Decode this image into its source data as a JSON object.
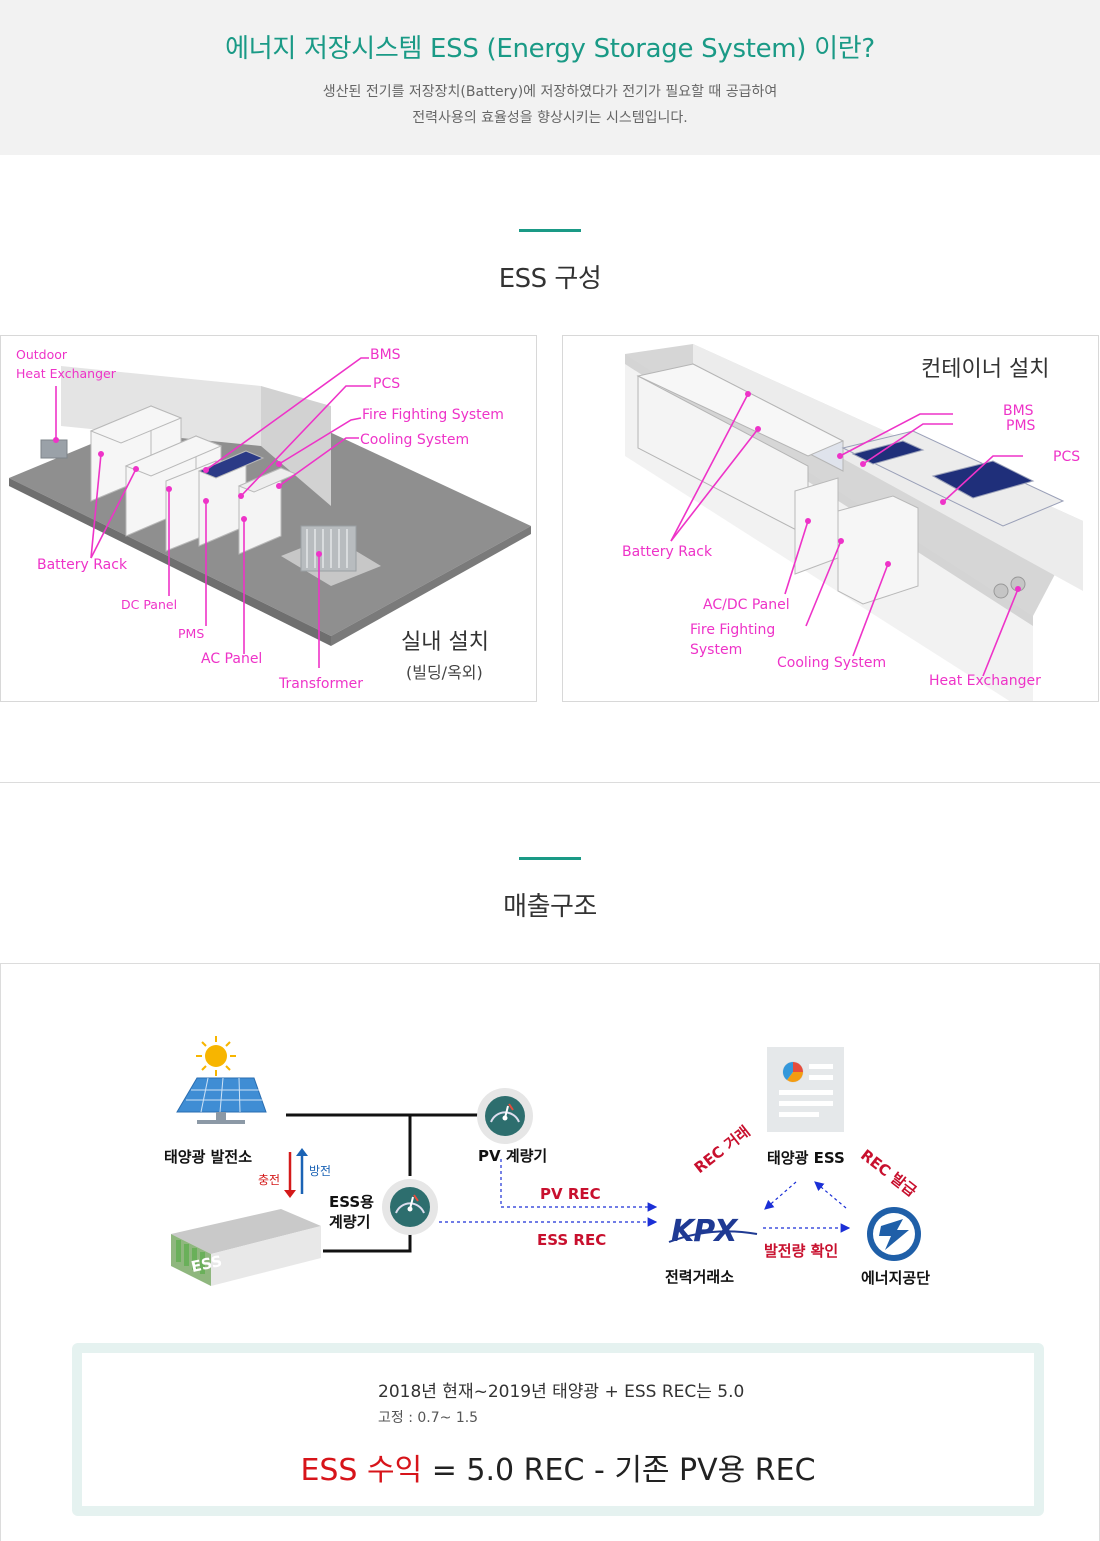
{
  "hero": {
    "title": "에너지 저장시스템 ESS (Energy Storage System) 이란?",
    "desc_line1": "생산된 전기를 저장장치(Battery)에 저장하였다가 전기가 필요할 때 공급하여",
    "desc_line2": "전력사용의 효율성을 향상시키는 시스템입니다."
  },
  "composition": {
    "title": "ESS 구성",
    "indoor": {
      "caption": "실내 설치",
      "sub": "(빌딩/옥외)",
      "labels": {
        "outdoor": "Outdoor",
        "heat_exchanger": "Heat  Exchanger",
        "bms": "BMS",
        "pcs": "PCS",
        "fire": "Fire Fighting  System",
        "cooling": "Cooling  System",
        "battery_rack": "Battery Rack",
        "dc_panel": "DC Panel",
        "pms": "PMS",
        "ac_panel": "AC Panel",
        "transformer": "Transformer"
      }
    },
    "container": {
      "caption": "컨테이너 설치",
      "labels": {
        "bms": "BMS",
        "pms": "PMS",
        "pcs": "PCS",
        "battery_rack": "Battery Rack",
        "acdc_panel": "AC/DC Panel",
        "fire1": "Fire Fighting",
        "fire2": "System",
        "cooling": "Cooling  System",
        "heat_exchanger": "Heat Exchanger"
      }
    }
  },
  "revenue": {
    "title": "매출구조",
    "labels": {
      "solar_plant": "태양광 발전소",
      "charge": "충전",
      "discharge": "방전",
      "ess_meter1": "ESS용",
      "ess_meter2": "계량기",
      "pv_meter": "PV  계량기",
      "pv_rec": "PV    REC",
      "ess_rec": "ESS    REC",
      "ess_tag": "ESS",
      "kpx": "KPX",
      "kpx_name": "전력거래소",
      "solar_ess": "태양광 ESS",
      "rec_trade": "REC 거래",
      "rec_issue": "REC 발급",
      "gen_check": "발전량 확인",
      "energy_agency": "에너지공단"
    },
    "summary": {
      "line1": "2018년 현재~2019년 태양광 + ESS REC는 5.0",
      "line2": "고정 : 0.7~ 1.5",
      "formula_hl": "ESS 수익",
      "formula_rest": " = 5.0 REC - 기존 PV용 REC"
    }
  },
  "colors": {
    "accent": "#1a9a86",
    "label_pink": "#ee33c8",
    "rec_red": "#c8102e",
    "arrow_blue": "#1b2fd6",
    "battery_navy": "#1f2f7a"
  }
}
